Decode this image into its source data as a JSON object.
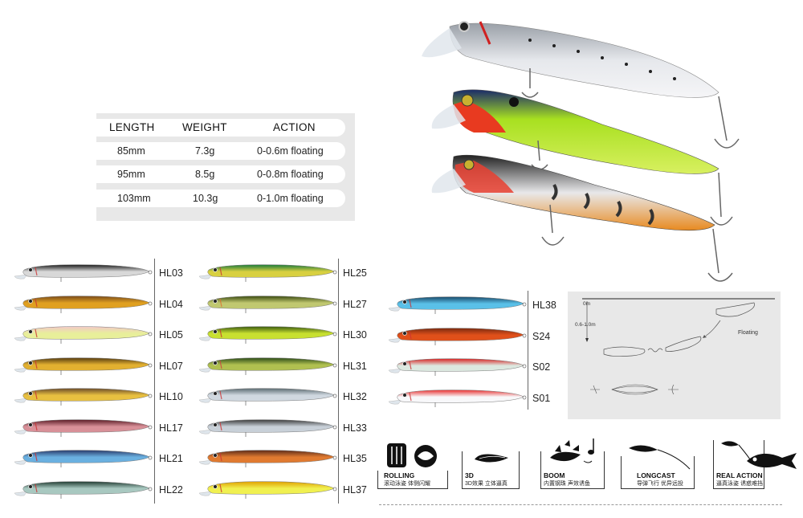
{
  "spec_table": {
    "headers": [
      "LENGTH",
      "WEIGHT",
      "ACTION"
    ],
    "rows": [
      [
        "85mm",
        "7.3g",
        "0-0.6m floating"
      ],
      [
        "95mm",
        "8.5g",
        "0-0.8m floating"
      ],
      [
        "103mm",
        "10.3g",
        "0-1.0m floating"
      ]
    ]
  },
  "colors": {
    "col1": [
      "HL03",
      "HL04",
      "HL05",
      "HL07",
      "HL10",
      "HL17",
      "HL21",
      "HL22"
    ],
    "col2": [
      "HL25",
      "HL27",
      "HL30",
      "HL31",
      "HL32",
      "HL33",
      "HL35",
      "HL37"
    ],
    "col3": [
      "HL38",
      "S24",
      "S02",
      "S01"
    ]
  },
  "diagram": {
    "depth_top": "0m",
    "depth_range": "0.6-1.0m",
    "floating_label": "Floating"
  },
  "features": [
    {
      "title": "ROLLING",
      "subtitle": "滚动泳姿  体侧闪耀"
    },
    {
      "title": "3D",
      "subtitle": "3D效果 立体逼真"
    },
    {
      "title": "BOOM",
      "subtitle": "内置钢珠  声效诱鱼"
    },
    {
      "title": "LONGCAST",
      "subtitle": "导弹飞行  优异远投"
    },
    {
      "title": "REAL ACTION",
      "subtitle": "逼真泳姿  诱惑难挡"
    }
  ],
  "lure_palettes": {
    "HL03": [
      "#1a1a1a",
      "#d8d8d8",
      "#c33"
    ],
    "HL04": [
      "#7a4a1a",
      "#e0a020",
      "#c33"
    ],
    "HL05": [
      "#f2c8c8",
      "#e8ef9a",
      "#c33"
    ],
    "HL07": [
      "#553a10",
      "#e2b030",
      "#c33"
    ],
    "HL10": [
      "#6a4a2a",
      "#e8c040",
      "#c33"
    ],
    "HL17": [
      "#5a1a24",
      "#d89098",
      "#c33"
    ],
    "HL21": [
      "#2a3a6a",
      "#6ab0e0",
      "#c33"
    ],
    "HL22": [
      "#1f3a30",
      "#a8c8c0",
      "#c33"
    ],
    "HL25": [
      "#1a7a3a",
      "#d8d040",
      "#c33"
    ],
    "HL27": [
      "#3a4a10",
      "#c0c870",
      "#e07030"
    ],
    "HL30": [
      "#3a5a10",
      "#c8e030",
      "#c33"
    ],
    "HL31": [
      "#2a4a18",
      "#b0c050",
      "#d04040"
    ],
    "HL32": [
      "#5a6a70",
      "#d0d8e0",
      "#c33"
    ],
    "HL33": [
      "#3a3a3a",
      "#c8d0d8",
      "#c33"
    ],
    "HL35": [
      "#5a2a1a",
      "#e07a30",
      "#c33"
    ],
    "HL37": [
      "#e0a000",
      "#f0f050",
      "#c33"
    ],
    "HL38": [
      "#1a4a6a",
      "#5ac0e8",
      "#c33"
    ],
    "S24": [
      "#7a2a10",
      "#e0501a",
      "#c33"
    ],
    "S02": [
      "#d82020",
      "#dce8e0",
      "#c33"
    ],
    "S01": [
      "#e83030",
      "#f8f8fa",
      "#c33"
    ]
  }
}
